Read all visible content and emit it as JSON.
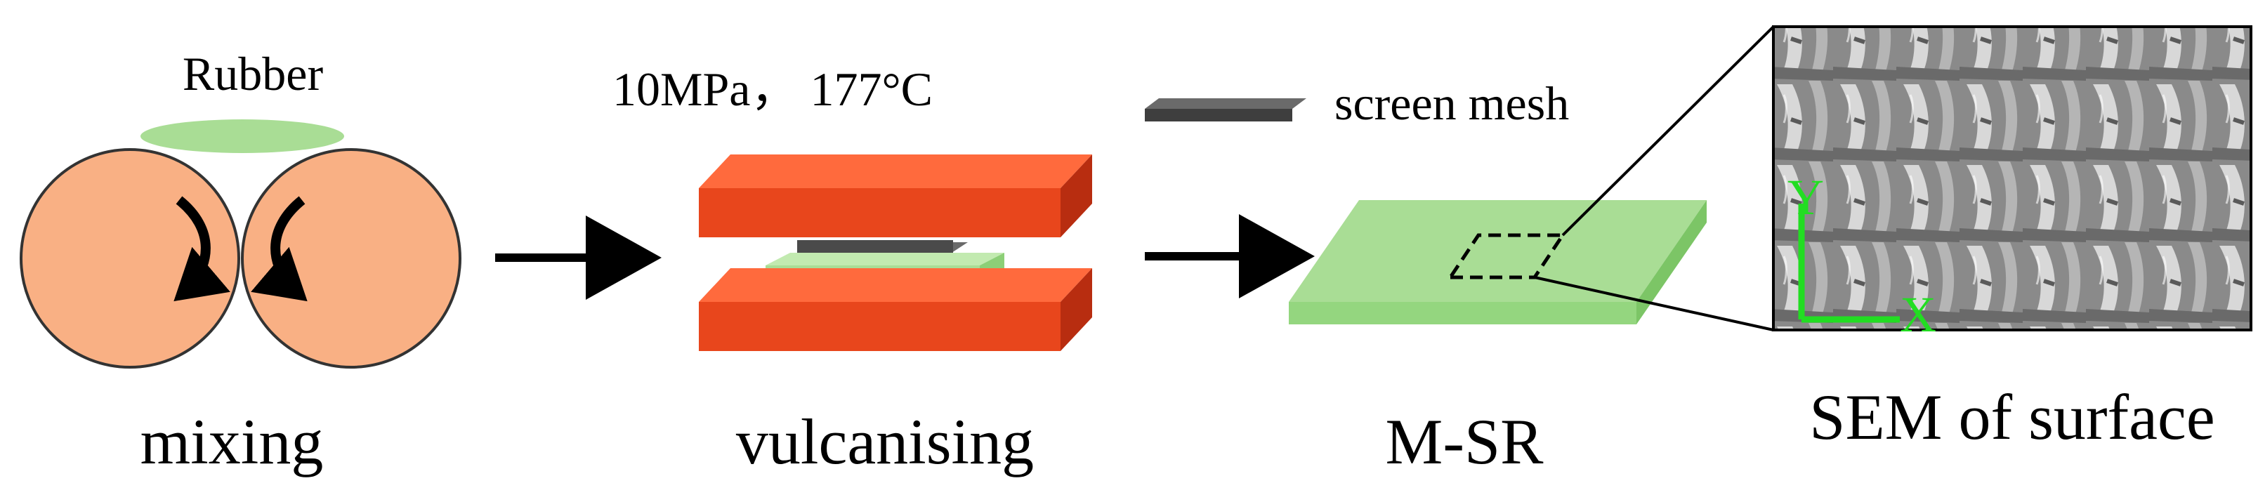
{
  "steps": {
    "mixing": {
      "label": "mixing",
      "material_label": "Rubber"
    },
    "vulcanising": {
      "label": "vulcanising",
      "conditions": "10MPa， 177°C"
    },
    "msr": {
      "label": "M-SR",
      "mesh_label": "screen mesh"
    },
    "sem": {
      "label": "SEM of surface",
      "axis_y": "Y",
      "axis_x": "X"
    }
  },
  "colors": {
    "roller": "#f9b084",
    "rubber": "#a9dd95",
    "press": "#e8461c",
    "press_top": "#ff6a3d",
    "press_side": "#b82d10",
    "mesh": "#4a4a4a",
    "arrow": "#000000",
    "axis": "#22dd22"
  },
  "icons": [
    "rotation-arrow-icon",
    "process-arrow-icon",
    "axis-icon"
  ]
}
